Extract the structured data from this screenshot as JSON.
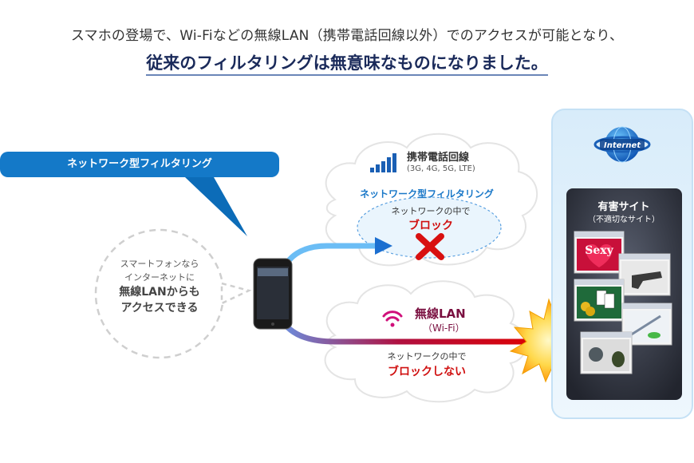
{
  "headline": {
    "line1": "スマホの登場で、Wi-Fiなどの無線LAN（携帯電話回線以外）でのアクセスが可能となり、",
    "line2": "従来のフィルタリングは無意味なものになりました。"
  },
  "network_filtering_tag": "ネットワーク型フィルタリング",
  "lan_bubble": {
    "line1": "スマートフォンなら",
    "line2": "インターネットに",
    "line3": "無線LANからも",
    "line4": "アクセスできる"
  },
  "carrier": {
    "title": "携帯電話回線",
    "subtitle": "(3G, 4G, 5G, LTE)",
    "filter_label": "ネットワーク型フィルタリング",
    "inside": "ネットワークの中で",
    "result": "ブロック"
  },
  "wifi": {
    "title": "無線LAN",
    "subtitle": "（Wi-Fi）",
    "inside": "ネットワークの中で",
    "result": "ブロックしない"
  },
  "internet": {
    "label": "Internet"
  },
  "harmful": {
    "title": "有害サイト",
    "subtitle": "（不適切なサイト）",
    "sexy_label": "Sexy"
  },
  "colors": {
    "tag_blue": "#1479c8",
    "block_red": "#d01010",
    "wifi_magenta": "#c0106a",
    "internet_panel": "#e6f3fc"
  }
}
